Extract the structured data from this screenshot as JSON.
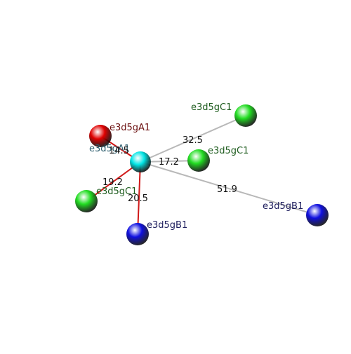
{
  "center": {
    "label": "e3d5gA1",
    "color": "#00e5e5"
  },
  "nodes": [
    {
      "id": "n-a1",
      "label": "e3d5gA1",
      "color": "#e00000",
      "label_color": "#6b0f0f"
    },
    {
      "id": "n-c1-top",
      "label": "e3d5gC1",
      "color": "#22dd22",
      "label_color": "#1e5c1e"
    },
    {
      "id": "n-c1-mid",
      "label": "e3d5gC1",
      "color": "#22dd22",
      "label_color": "#1e5c1e"
    },
    {
      "id": "n-c1-left",
      "label": "e3d5gC1",
      "color": "#22dd22",
      "label_color": "#1e5c1e"
    },
    {
      "id": "n-b1-bottom",
      "label": "e3d5gB1",
      "color": "#1010e0",
      "label_color": "#1c1c5c"
    },
    {
      "id": "n-b1-right",
      "label": "e3d5gB1",
      "color": "#1010e0",
      "label_color": "#1c1c5c"
    }
  ],
  "edges": [
    {
      "target": "n-a1",
      "distance": "14.5",
      "color": "#d01818"
    },
    {
      "target": "n-c1-top",
      "distance": "32.5",
      "color": "#b8b8b8"
    },
    {
      "target": "n-c1-mid",
      "distance": "17.2",
      "color": "#b8b8b8"
    },
    {
      "target": "n-c1-left",
      "distance": "19.2",
      "color": "#d01818"
    },
    {
      "target": "n-b1-bottom",
      "distance": "20.5",
      "color": "#d01818"
    },
    {
      "target": "n-b1-right",
      "distance": "51.9",
      "color": "#b8b8b8"
    }
  ]
}
